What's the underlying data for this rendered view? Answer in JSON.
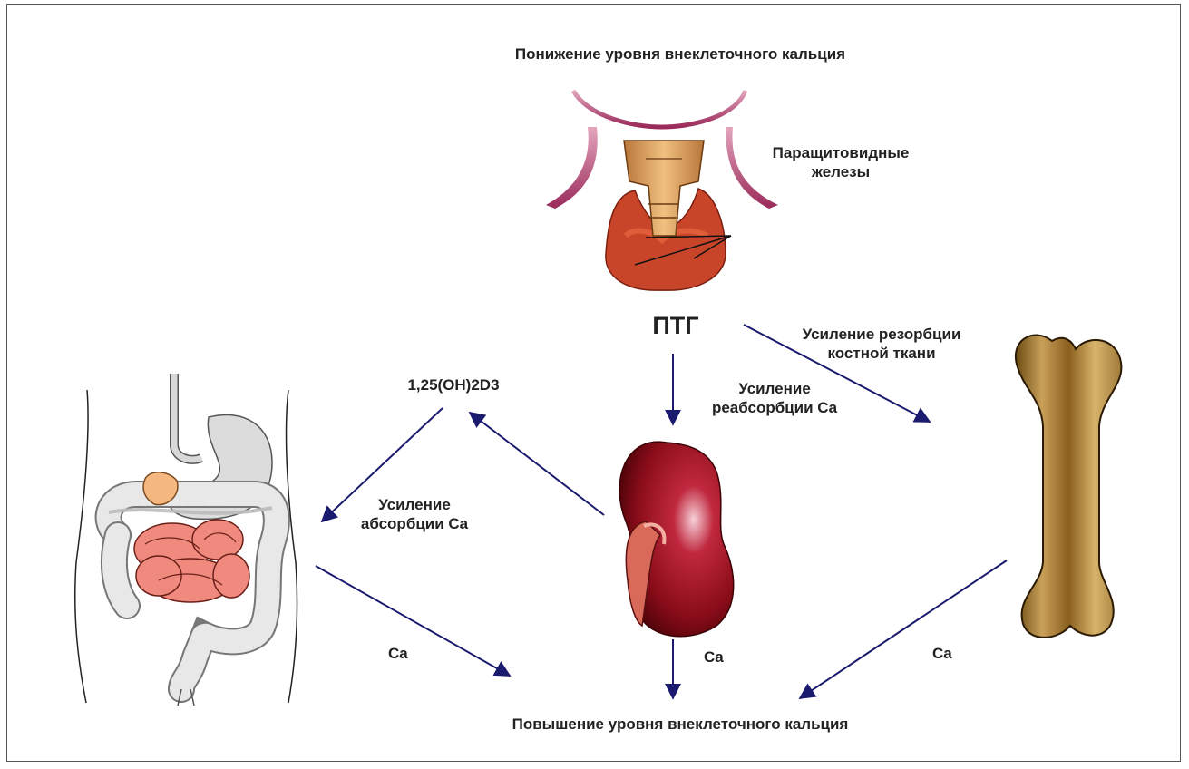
{
  "labels": {
    "top_title": "Понижение уровня внеклеточного кальция",
    "parathyroid_line1": "Паращитовидные",
    "parathyroid_line2": "железы",
    "pth": "ПТГ",
    "bone_resorption_line1": "Усиление резорбции",
    "bone_resorption_line2": "костной ткани",
    "vitamin_d": "1,25(OH)2D3",
    "reabsorption_line1": "Усиление",
    "reabsorption_line2": "реабсорбции Ca",
    "absorption_line1": "Усиление",
    "absorption_line2": "абсорбции Ca",
    "ca_gut": "Ca",
    "ca_kidney": "Ca",
    "ca_bone": "Ca",
    "bottom_title": "Повышение уровня внеклеточного кальция"
  },
  "colors": {
    "arrow": "#1a1a6e",
    "kidney": "#8b0d1a",
    "bone": "#b8893f",
    "intestine": "#f08a7e",
    "thyroid": "#c8452a",
    "neck": "#b03a6a"
  },
  "icons": [
    "neck-thyroid-illustration",
    "kidney-illustration",
    "bone-illustration",
    "digestive-tract-illustration"
  ]
}
